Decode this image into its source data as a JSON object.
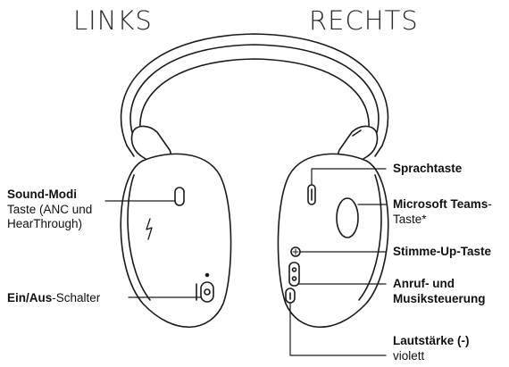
{
  "titles": {
    "left": "LINKS",
    "right": "RECHTS"
  },
  "labels": {
    "sound_modi_title": "Sound-Modi",
    "sound_modi_line2": "Taste (ANC und",
    "sound_modi_line3": "HearThrough)",
    "power_bold": "Ein/Aus",
    "power_rest": "-Schalter",
    "voice_key": "Sprachtaste",
    "teams_bold": "Microsoft Teams",
    "teams_dash": "-",
    "teams_line2": "Taste*",
    "volume_up": "Stimme-Up-Taste",
    "call_line1": "Anruf- und",
    "call_line2": "Musiksteuerung",
    "volume_down": "Lautstärke (-)",
    "volume_down_note": "violett"
  },
  "colors": {
    "line": "#1a1a1a",
    "fill": "#ffffff",
    "shade": "#f2f2f2"
  }
}
